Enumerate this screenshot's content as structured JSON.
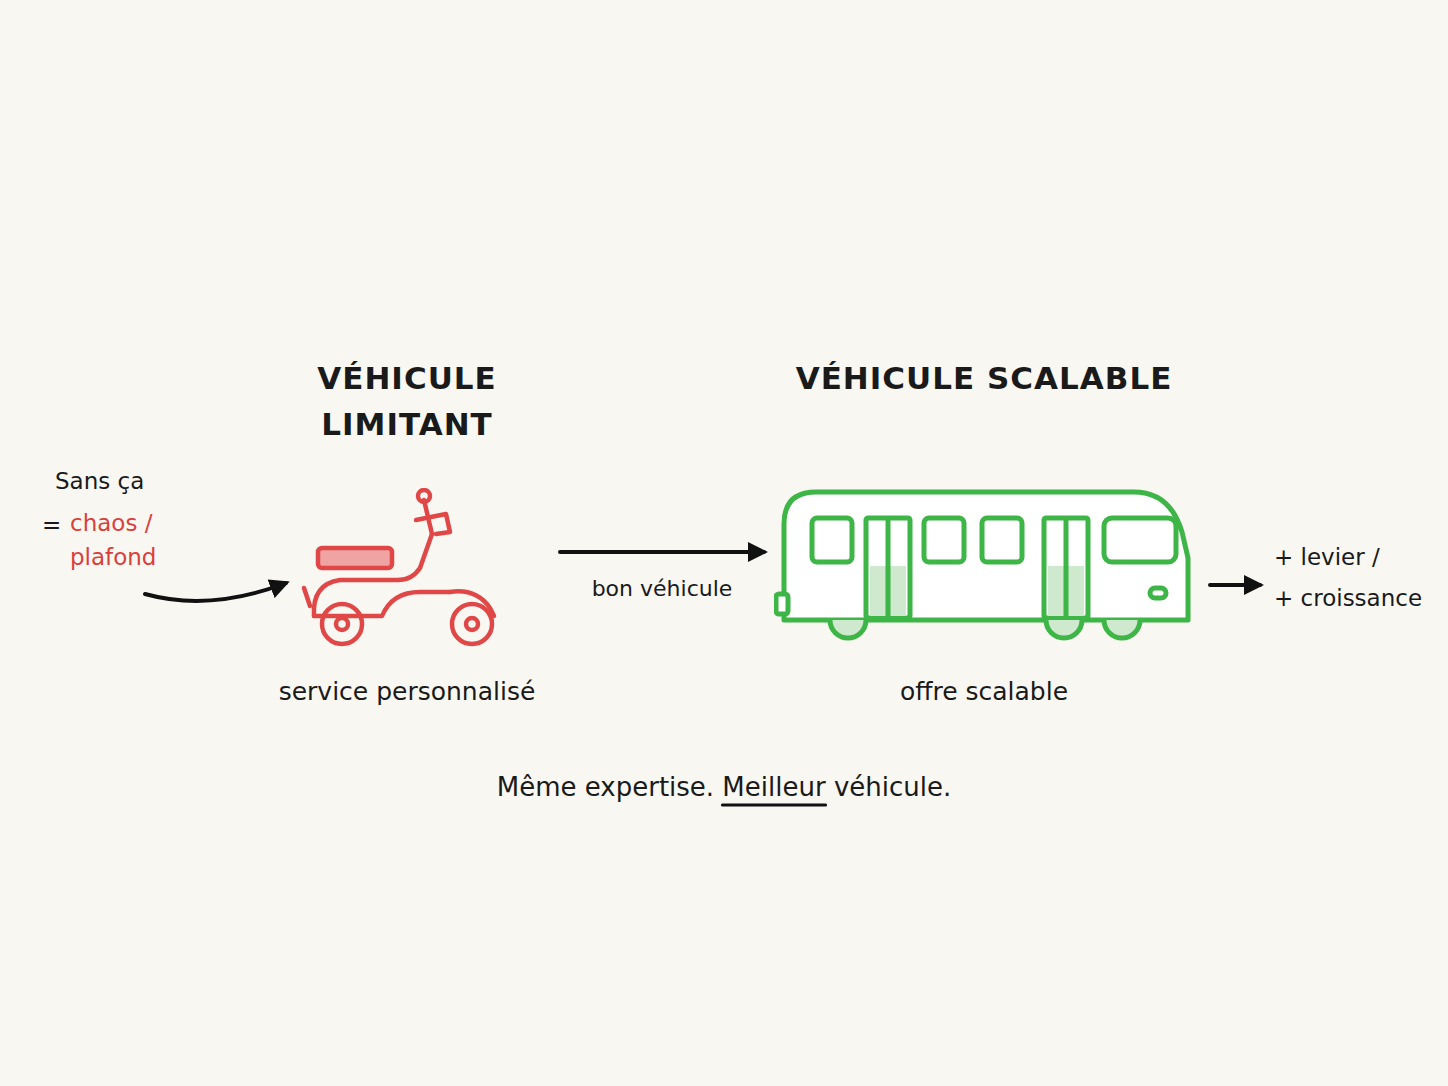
{
  "diagram": {
    "caption": "Même expertise. Meilleur véhicule.",
    "nodes": [
      {
        "text": [
          "VÉHICULE LIMITANT",
          "service personnalisé"
        ]
      },
      {
        "text": [
          "VÉHICULE SCALABLE",
          "offre scalable"
        ]
      }
    ],
    "edges": [
      {
        "from": 0,
        "to": 1,
        "label": "bon véhicule",
        "arrow": "to"
      }
    ],
    "labels": [
      "Sans ça",
      "=",
      "chaos / plafond",
      "+ levier /",
      "+ croissance"
    ]
  }
}
